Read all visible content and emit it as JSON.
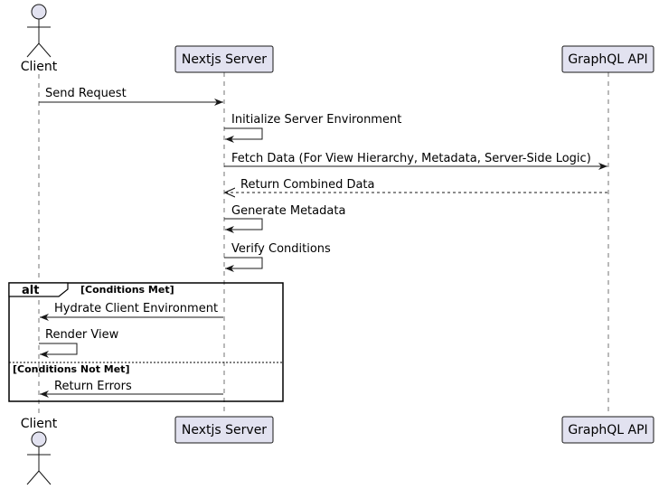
{
  "diagram": {
    "type": "sequence",
    "colors": {
      "participant_fill": "#E2E2F0",
      "participant_stroke": "#181818",
      "line": "#181818",
      "lifeline": "#181818"
    },
    "participants": [
      {
        "id": "client",
        "label": "Client",
        "kind": "actor"
      },
      {
        "id": "nextjs",
        "label": "Nextjs Server",
        "kind": "participant"
      },
      {
        "id": "graphql",
        "label": "GraphQL API",
        "kind": "participant"
      }
    ],
    "messages": [
      {
        "from": "client",
        "to": "nextjs",
        "label": "Send Request",
        "style": "solid"
      },
      {
        "from": "nextjs",
        "to": "nextjs",
        "label": "Initialize Server Environment",
        "style": "solid"
      },
      {
        "from": "nextjs",
        "to": "graphql",
        "label": "Fetch Data (For View Hierarchy, Metadata, Server-Side Logic)",
        "style": "solid"
      },
      {
        "from": "graphql",
        "to": "nextjs",
        "label": "Return Combined Data",
        "style": "dashed"
      },
      {
        "from": "nextjs",
        "to": "nextjs",
        "label": "Generate Metadata",
        "style": "solid"
      },
      {
        "from": "nextjs",
        "to": "nextjs",
        "label": "Verify Conditions",
        "style": "solid"
      },
      {
        "from": "nextjs",
        "to": "client",
        "label": "Hydrate Client Environment",
        "style": "solid"
      },
      {
        "from": "client",
        "to": "client",
        "label": "Render View",
        "style": "solid"
      },
      {
        "from": "nextjs",
        "to": "client",
        "label": "Return Errors",
        "style": "solid"
      }
    ],
    "alt_frame": {
      "keyword": "alt",
      "condition_1": "[Conditions Met]",
      "condition_2": "[Conditions Not Met]"
    }
  }
}
